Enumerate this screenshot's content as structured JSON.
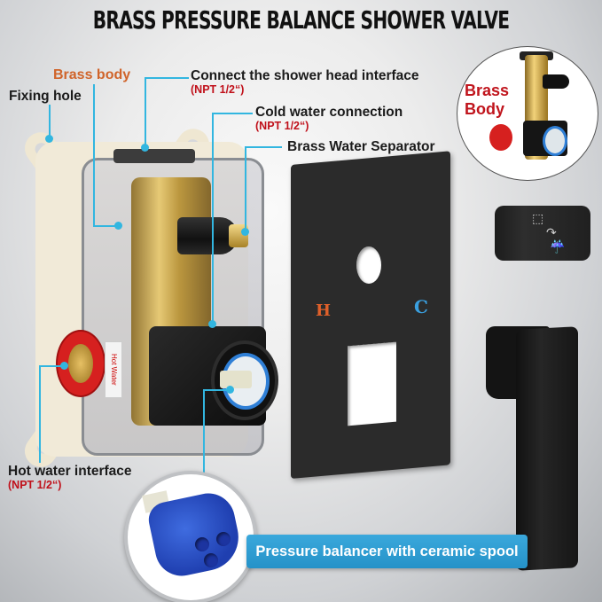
{
  "title": "BRASS PRESSURE BALANCE SHOWER VALVE",
  "callouts": {
    "brass_body": "Brass body",
    "fixing_hole": "Fixing hole",
    "shower_head": {
      "label": "Connect the shower head interface",
      "sub": "(NPT 1/2“)"
    },
    "cold_water": {
      "label": "Cold water connection",
      "sub": "(NPT 1/2“)"
    },
    "separator": {
      "label": "Brass Water Separator"
    },
    "hot_water": {
      "label": "Hot water interface",
      "sub": "(NPT 1/2“)"
    }
  },
  "valve_box": {
    "hot_tag": "Hot Water"
  },
  "inset": {
    "label_line1": "Brass",
    "label_line2": "Body"
  },
  "cover_plate": {
    "hot_mark": "H",
    "cold_mark": "C"
  },
  "knob": {
    "icons": [
      "bathtub-icon",
      "shower-icon"
    ],
    "glyph_top": "⬚",
    "glyph_arrow": "↷",
    "glyph_bottom": "☔"
  },
  "banner": {
    "text": "Pressure balancer with ceramic spool"
  },
  "colors": {
    "callout_line": "#32b6e0",
    "sub_red": "#c0101a",
    "brass_orange": "#d0642a",
    "banner_blue": "#2f9fd6",
    "hot": "#e0602a",
    "cold": "#3aa0e0"
  }
}
